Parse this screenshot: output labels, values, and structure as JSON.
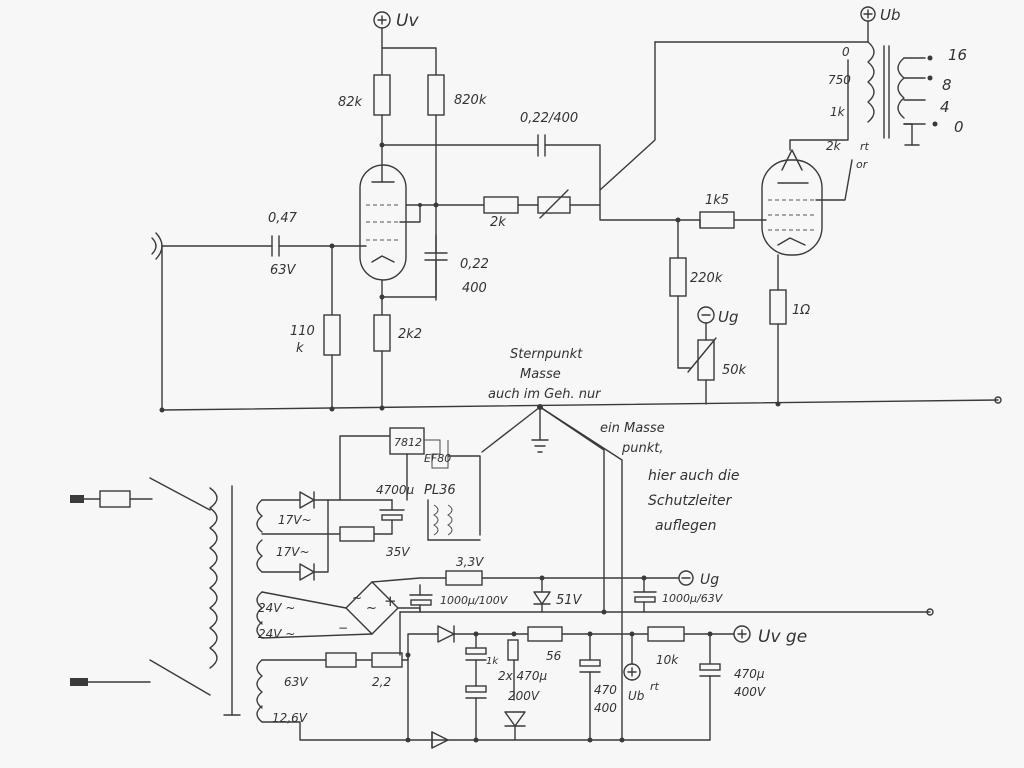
{
  "labels": {
    "uv": "Uv",
    "ub": "Ub",
    "r_82k": "82k",
    "r_820k": "820k",
    "c_022_400": "0,22/400",
    "c_047": "0,47",
    "v_63v": "63V",
    "c_022": "0,22",
    "c_400": "400",
    "r_2k": "2k",
    "r_1k5": "1k5",
    "r_220k": "220k",
    "r_110": "110",
    "r_k": "k",
    "r_2k2": "2k2",
    "ug": "Ug",
    "pot_50k": "50k",
    "r_1ohm": "1Ω",
    "out_transformer": {
      "tap_0": "0",
      "tap_750": "750",
      "tap_1k": "1k",
      "tap_2k": "2k",
      "tap_rt": "rt",
      "tap_or": "or",
      "sec_16": "16",
      "sec_8": "8",
      "sec_4": "4",
      "sec_0": "0"
    },
    "star_note_1": "Sternpunkt",
    "star_note_2": "Masse",
    "star_note_3": "auch im Geh. nur",
    "mass_note_1": "ein Masse",
    "mass_note_2": "punkt,",
    "mass_note_3": "hier auch die",
    "mass_note_4": "Schutzleiter",
    "mass_note_5": "auflegen",
    "reg_7812": "7812",
    "ef80": "EF80",
    "pl36": "PL36",
    "c_4700": "4700µ",
    "v_35v": "35V",
    "v_17v_a": "17V~",
    "v_17v_b": "17V~",
    "v_24v_a": "24V ~",
    "v_24v_b": "24V ~",
    "v_63v_sec": "63V",
    "v_126v": "12,6V",
    "r_3_3v": "3,3V",
    "c_1000_100": "1000µ/100V",
    "z_51v": "51V",
    "c_1000_63": "1000µ/63V",
    "ug_out": "Ug",
    "r_56": "56",
    "r_10k": "10k",
    "uv_ge": "Uv ge",
    "r_1k_small": "1k",
    "c_2x470": "2x 470µ",
    "v_200v": "200V",
    "c_470_400": "470",
    "c_400b": "400",
    "ub_rt": "Ub",
    "rt": "rt",
    "c_470u": "470µ",
    "v_400v": "400V",
    "r_2_2": "2,2",
    "plus": "+",
    "tilde_a": "~",
    "tilde_b": "~",
    "minus": "−"
  },
  "colors": {
    "ink": "#3a3a3a",
    "paper": "#f7f7f8"
  }
}
